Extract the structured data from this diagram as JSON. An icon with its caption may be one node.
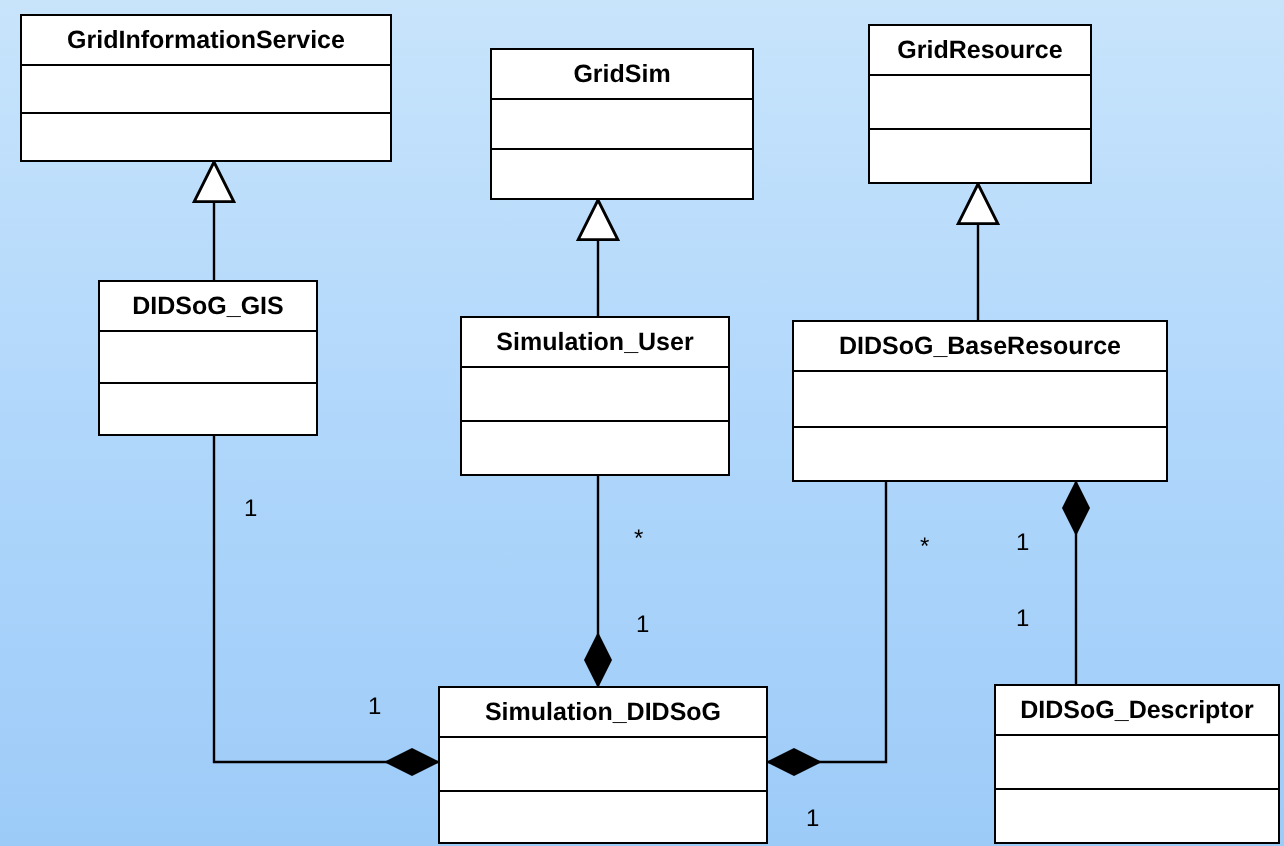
{
  "diagram": {
    "nodes": [
      {
        "text": [
          "GridInformationService"
        ]
      },
      {
        "text": [
          "GridSim"
        ]
      },
      {
        "text": [
          "GridResource"
        ]
      },
      {
        "text": [
          "DIDSoG_GIS"
        ]
      },
      {
        "text": [
          "Simulation_User"
        ]
      },
      {
        "text": [
          "DIDSoG_BaseResource"
        ]
      },
      {
        "text": [
          "Simulation_DIDSoG"
        ]
      },
      {
        "text": [
          "DIDSoG_Descriptor"
        ]
      }
    ],
    "edges": [
      {
        "from": 3,
        "to": 0,
        "arrow": "to"
      },
      {
        "from": 4,
        "to": 1,
        "arrow": "to"
      },
      {
        "from": 5,
        "to": 2,
        "arrow": "to"
      },
      {
        "from": 3,
        "to": 6,
        "arrow": "other"
      },
      {
        "from": 4,
        "to": 6,
        "arrow": "other"
      },
      {
        "from": 5,
        "to": 6,
        "arrow": "other"
      },
      {
        "from": 7,
        "to": 5,
        "arrow": "other"
      }
    ],
    "labels": [
      "1",
      "*",
      "*",
      "1",
      "1",
      "1",
      "1",
      "1"
    ]
  }
}
